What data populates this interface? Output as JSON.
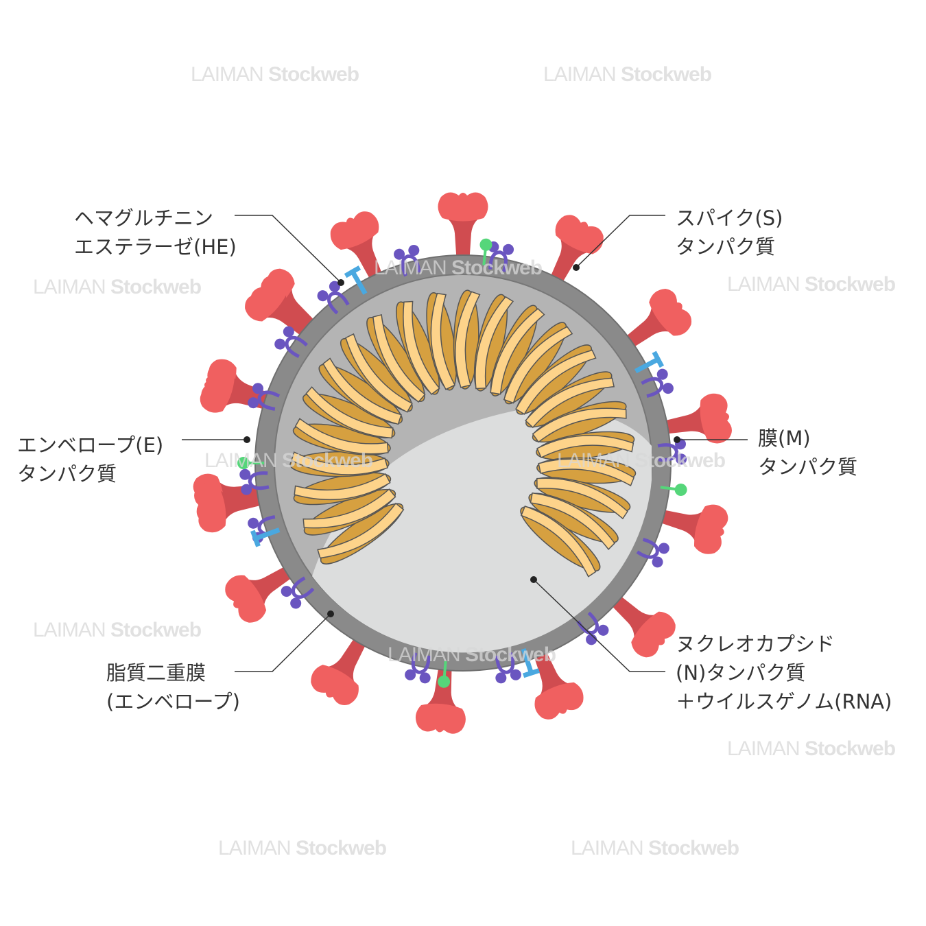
{
  "labels": {
    "he": {
      "line1": "ヘマグルチニン",
      "line2": "エステラーゼ(HE)"
    },
    "spike": {
      "line1": "スパイク(S)",
      "line2": "タンパク質"
    },
    "envelope_protein": {
      "line1": "エンベロープ(E)",
      "line2": "タンパク質"
    },
    "membrane_protein": {
      "line1": "膜(M)",
      "line2": "タンパク質"
    },
    "lipid": {
      "line1": "脂質二重膜",
      "line2": "(エンベロープ)"
    },
    "nucleocapsid": {
      "line1": "ヌクレオカプシド",
      "line2": "(N)タンパク質",
      "line3": "＋ウイルスゲノム(RNA)"
    }
  },
  "watermark": {
    "brand": "LAIMAN",
    "suffix": "Stockweb"
  },
  "colors": {
    "spike": "#f06060",
    "spike_dark": "#d04c50",
    "membrane": "#8a8a8a",
    "interior": "#b4b4b4",
    "interior_light": "#dcdddd",
    "coil_light": "#fdd38a",
    "coil_dark": "#d6a040",
    "m_protein": "#6a55c0",
    "e_protein": "#55d67a",
    "he_protein": "#4aa8e0"
  }
}
